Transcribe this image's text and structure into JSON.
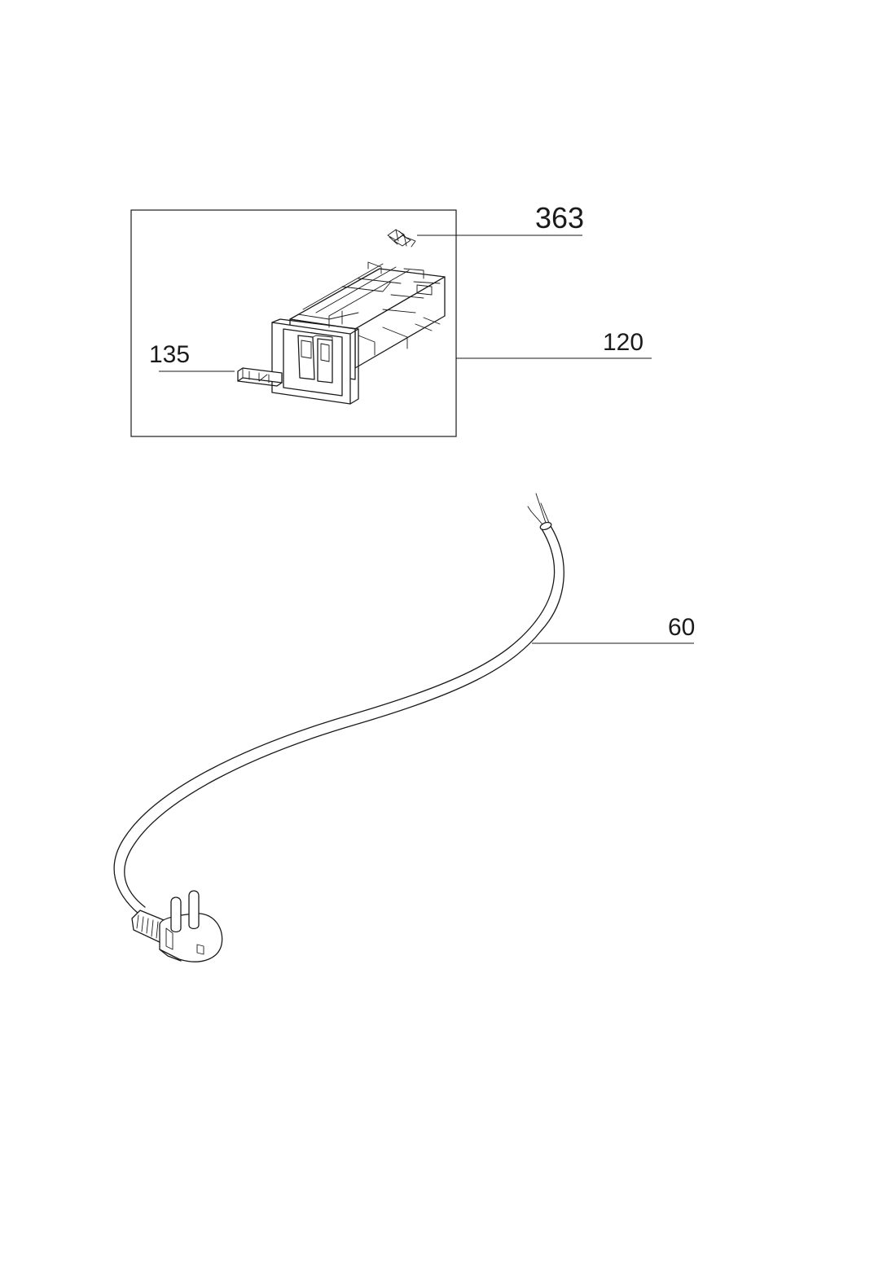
{
  "callouts": {
    "part_363": "363",
    "part_120": "120",
    "part_135": "135",
    "part_60": "60"
  },
  "colors": {
    "ink": "#1a1a1a",
    "paper": "#ffffff"
  }
}
